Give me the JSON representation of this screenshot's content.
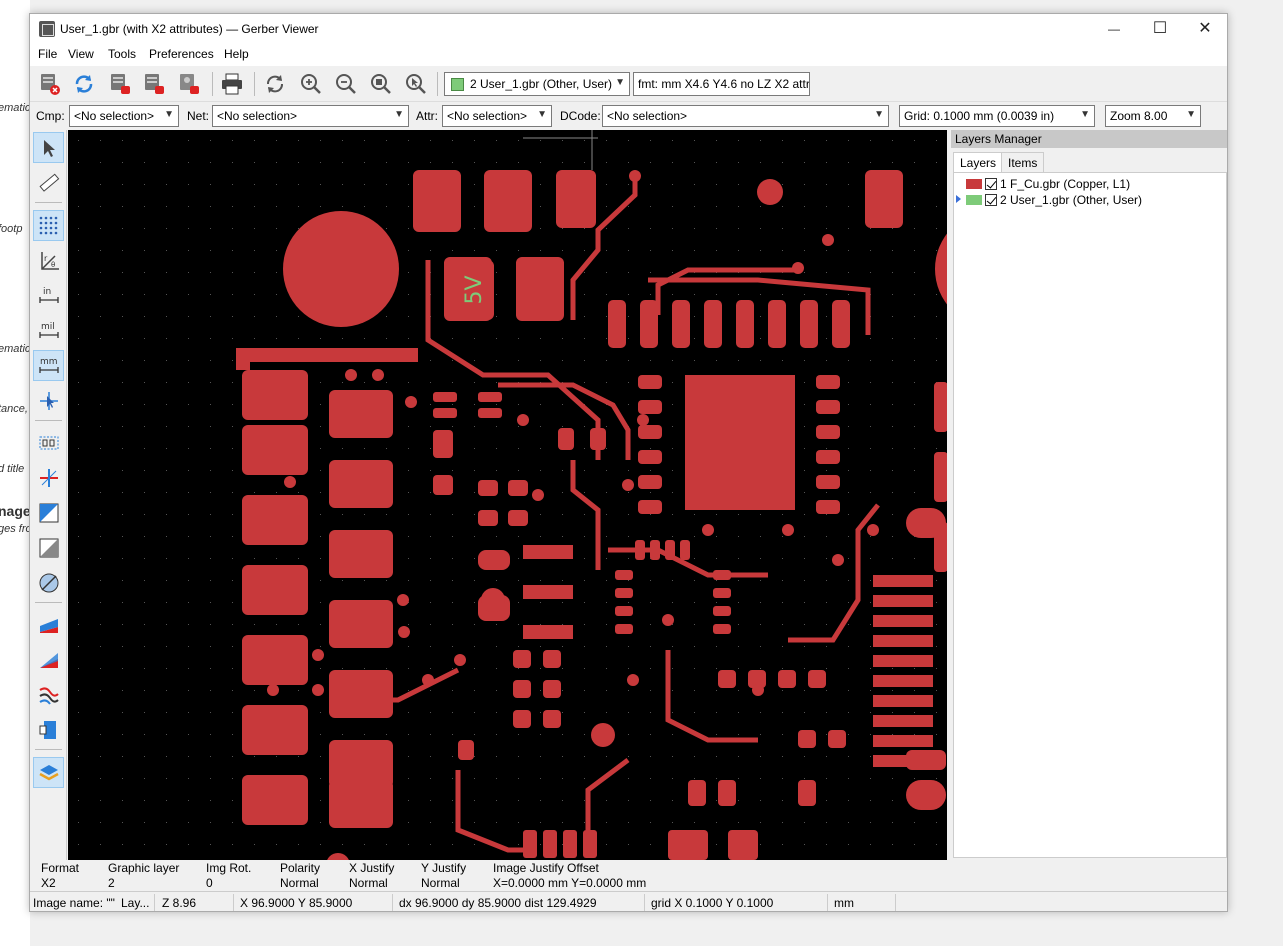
{
  "background_app": {
    "fragments": [
      "ematic",
      "footp",
      "ematic",
      "tance,",
      "d title",
      "nage",
      "ges fro"
    ]
  },
  "window": {
    "title": "User_1.gbr (with X2 attributes) — Gerber Viewer",
    "minimize": "—",
    "maximize": "☐",
    "close": "✕"
  },
  "menu": {
    "items": [
      "File",
      "View",
      "Tools",
      "Preferences",
      "Help"
    ]
  },
  "toolbar": {
    "buttons": [
      "clear-layers-icon",
      "reload-icon",
      "open-gerber-icon",
      "open-drill-icon",
      "open-zip-icon",
      "print-icon",
      "redraw-icon",
      "zoom-in-icon",
      "zoom-out-icon",
      "zoom-fit-icon",
      "zoom-selection-icon"
    ],
    "active_layer": "2 User_1.gbr (Other, User)",
    "active_layer_color": "#7ecb79",
    "format_info": "fmt: mm X4.6 Y4.6 no LZ X2 attr"
  },
  "selection": {
    "cmp_label": "Cmp:",
    "cmp_value": "<No selection>",
    "net_label": "Net:",
    "net_value": "<No selection>",
    "attr_label": "Attr:",
    "attr_value": "<No selection>",
    "dcode_label": "DCode:",
    "dcode_value": "<No selection>",
    "grid_value": "Grid: 0.1000 mm (0.0039 in)",
    "zoom_value": "Zoom 8.00"
  },
  "left_toolbar": {
    "tools": [
      "select-arrow-icon",
      "measure-ruler-icon",
      "grid-toggle-icon",
      "polar-coords-icon",
      "inch-units-icon",
      "mil-units-icon",
      "mm-units-icon",
      "cursor-crosshair-icon",
      "flash-sketch-icon",
      "lines-sketch-icon",
      "polygon-sketch-icon",
      "negative-objects-icon",
      "dcode-display-icon",
      "layers-diff-mode-icon",
      "layers-transparent-icon",
      "highcontrast-icon",
      "flip-view-icon",
      "layers-manager-icon"
    ]
  },
  "canvas": {
    "silk_text": "5V",
    "copper_color": "#c8393b",
    "silk_color": "#7ecb79"
  },
  "layers_manager": {
    "title": "Layers Manager",
    "tabs": [
      "Layers",
      "Items"
    ],
    "layers": [
      {
        "label": "1 F_Cu.gbr (Copper, L1)",
        "color": "#c8393b",
        "checked": true
      },
      {
        "label": "2 User_1.gbr (Other, User)",
        "color": "#7ecb79",
        "checked": true
      }
    ]
  },
  "info": {
    "format_h": "Format",
    "format_v": "X2",
    "graphic_layer_h": "Graphic layer",
    "graphic_layer_v": "2",
    "img_rot_h": "Img Rot.",
    "img_rot_v": "0",
    "polarity_h": "Polarity",
    "polarity_v": "Normal",
    "xjust_h": "X Justify",
    "xjust_v": "Normal",
    "yjust_h": "Y Justify",
    "yjust_v": "Normal",
    "offset_h": "Image Justify Offset",
    "offset_v": "X=0.0000 mm Y=0.0000 mm"
  },
  "status": {
    "image_name": "Image name: \"\"",
    "layer": "Lay...",
    "zoom": "Z 8.96",
    "coords": "X 96.9000  Y 85.9000",
    "delta": "dx 96.9000  dy 85.9000  dist 129.4929",
    "grid": "grid X 0.1000  Y 0.1000",
    "units": "mm"
  }
}
